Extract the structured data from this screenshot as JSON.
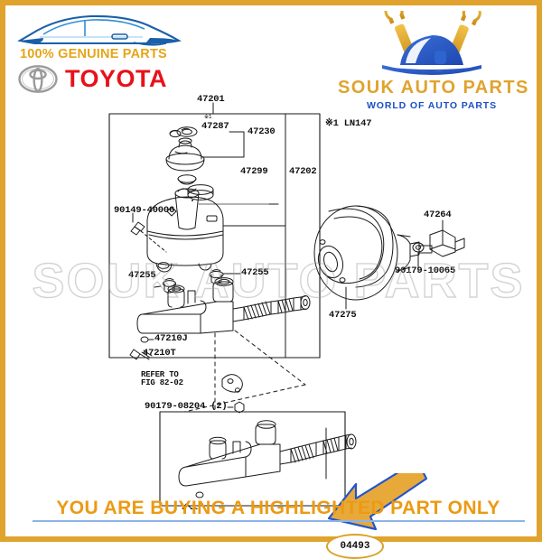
{
  "header": {
    "genuine_text": "100% GENUINE PARTS",
    "brand": "TOYOTA",
    "car_icon": "car-silhouette-icon",
    "toyota_emblem_icon": "toyota-emblem-icon",
    "store_name": "SOUK AUTO PARTS",
    "store_tagline": "WORLD OF AUTO PARTS",
    "store_logo_icon": "souk-wrench-car-logo-icon"
  },
  "diagram": {
    "model_note": "※1 LN147",
    "labels": {
      "l47201": "47201",
      "l47287": "47287",
      "l47287_mark": "※1",
      "l47230": "47230",
      "l47299": "47299",
      "l47202": "47202",
      "l90149": "90149-40006",
      "l47255_left": "47255",
      "l47255_right": "47255",
      "l47210J": "47210J",
      "l47210T": "47210T",
      "refer_line1": "REFER TO",
      "refer_line2": "FIG 82-02",
      "l90179_08204": "90179-08204 (2)",
      "l47264": "47264",
      "l90179_10065": "90179-10065",
      "l47275": "47275"
    },
    "highlight": {
      "code": "04493",
      "arrow_icon": "highlight-arrow-icon",
      "arrow_fill": "#E8A93B",
      "arrow_stroke": "#2255CC"
    }
  },
  "watermark": {
    "text": "SOUK AUTO PARTS"
  },
  "footer": {
    "notice": "YOU ARE BUYING A HIGHLIGHTED PART ONLY"
  },
  "colors": {
    "frame_gold": "#E0A32E",
    "brand_red": "#E8111B",
    "genuine_gold": "#E6A519",
    "tagline_blue": "#1B4FC4",
    "notice_orange": "#EC9A12",
    "notice_rule_blue": "#8CB4E8"
  }
}
